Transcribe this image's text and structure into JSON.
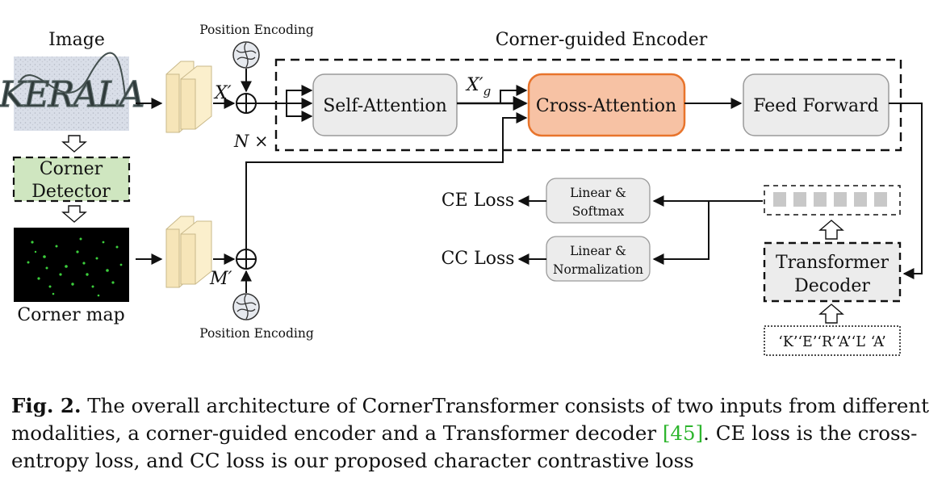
{
  "labels": {
    "image": "Image",
    "corner_map": "Corner map",
    "corner_detector_line1": "Corner",
    "corner_detector_line2": "Detector",
    "pos_enc_top": "Position Encoding",
    "pos_enc_bottom": "Position Encoding",
    "x_prime": "X′",
    "m_prime": "M′",
    "x_g_prime": "X′",
    "x_g_sub": "g",
    "n_times": "N ×",
    "encoder_title": "Corner-guided Encoder",
    "self_attention": "Self-Attention",
    "cross_attention": "Cross-Attention",
    "feed_forward": "Feed Forward",
    "decoder_line1": "Transformer",
    "decoder_line2": "Decoder",
    "linear_softmax_1": "Linear &",
    "linear_softmax_2": "Softmax",
    "linear_norm_1": "Linear &",
    "linear_norm_2": "Normalization",
    "ce_loss": "CE Loss",
    "cc_loss": "CC Loss",
    "tokens": "‘K’‘E’‘R’‘A’‘L’ ‘A’",
    "kerala_image_text": "KERALA"
  },
  "caption": {
    "fig_label": "Fig. 2.",
    "text_before_cite": " The overall architecture of CornerTransformer consists of two inputs from different modalities, a corner-guided encoder and a Transformer decoder ",
    "cite": "[45]",
    "text_after_cite": ". CE loss is the cross-entropy loss, and CC loss is our proposed character contrastive loss"
  },
  "colors": {
    "cross_attention_fill": "#f7c2a4",
    "cross_attention_border": "#e8742c",
    "corner_detector_fill": "#cfe6c0",
    "block_fill": "#ececec",
    "feature_fill": "#fbefcc",
    "citation": "#2db52d"
  }
}
